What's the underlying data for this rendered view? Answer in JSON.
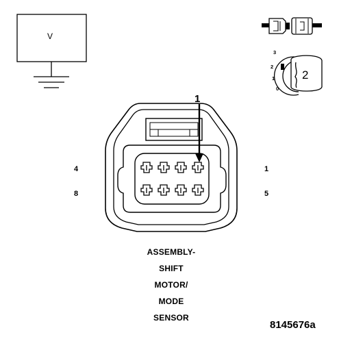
{
  "meter": {
    "label": "V"
  },
  "key": {
    "positions": [
      "3",
      "2",
      "1",
      "0"
    ],
    "number": "2"
  },
  "connector": {
    "callout": "1",
    "pins": [
      "4",
      "1",
      "8",
      "5"
    ]
  },
  "caption": [
    "ASSEMBLY-",
    "SHIFT",
    "MOTOR/",
    "MODE",
    "SENSOR"
  ],
  "figure_id": "8145676a",
  "colors": {
    "ink": "#000000",
    "background": "#ffffff"
  }
}
